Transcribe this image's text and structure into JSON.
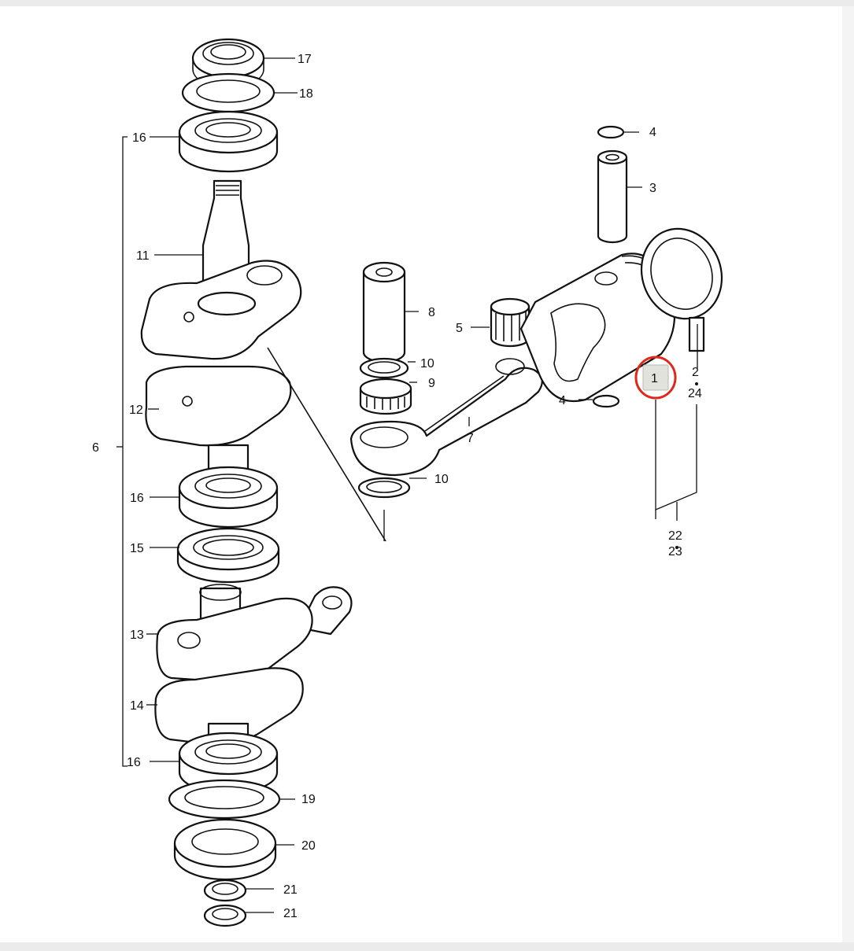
{
  "diagram": {
    "labels": {
      "l1": "1",
      "l2": "2",
      "l3": "3",
      "l4a": "4",
      "l4b": "4",
      "l5": "5",
      "l6": "6",
      "l7": "7",
      "l8": "8",
      "l9": "9",
      "l10a": "10",
      "l10b": "10",
      "l11": "11",
      "l12": "12",
      "l13": "13",
      "l14": "14",
      "l15": "15",
      "l16a": "16",
      "l16b": "16",
      "l16c": "16",
      "l17": "17",
      "l18": "18",
      "l19": "19",
      "l20": "20",
      "l21a": "21",
      "l21b": "21",
      "l22": "22",
      "l23": "23",
      "l24": "24"
    },
    "highlight": {
      "label": "1",
      "ring_color": "#e0281a",
      "box_color": "#e2e2dc"
    }
  }
}
